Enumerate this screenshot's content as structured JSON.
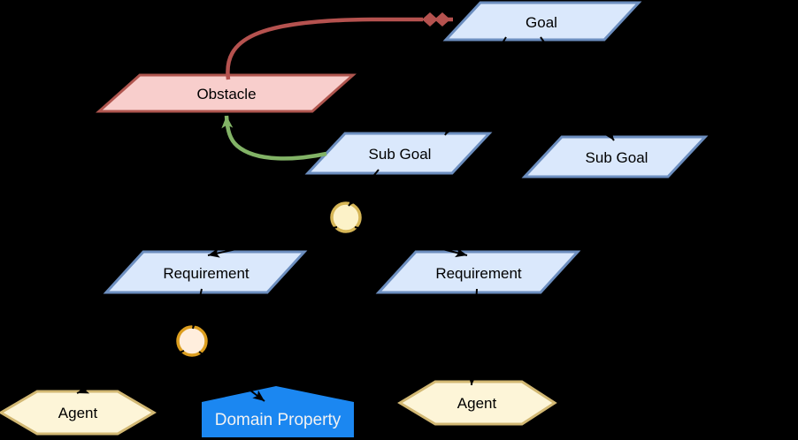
{
  "diagram": {
    "type": "KAOS goal model diagram",
    "nodes": {
      "goal": {
        "label": "Goal",
        "shape": "parallelogram"
      },
      "obstacle": {
        "label": "Obstacle",
        "shape": "parallelogram"
      },
      "subgoal_left": {
        "label": "Sub Goal",
        "shape": "parallelogram"
      },
      "subgoal_right": {
        "label": "Sub Goal",
        "shape": "parallelogram"
      },
      "requirement_left": {
        "label": "Requirement",
        "shape": "parallelogram"
      },
      "requirement_right": {
        "label": "Requirement",
        "shape": "parallelogram"
      },
      "agent_left": {
        "label": "Agent",
        "shape": "hexagon"
      },
      "agent_right": {
        "label": "Agent",
        "shape": "hexagon"
      },
      "domain_property": {
        "label": "Domain Property",
        "shape": "pentagon"
      },
      "refinement_circle_upper": {
        "label": "",
        "shape": "circle"
      },
      "refinement_circle_lower": {
        "label": "",
        "shape": "circle"
      }
    },
    "edges": {
      "obstruction": {
        "from": "Obstacle",
        "to": "Goal",
        "marker": "double-diamond"
      },
      "resolution": {
        "from": "Sub Goal",
        "to": "Obstacle",
        "marker": "arrow"
      }
    },
    "colors": {
      "background": "#000000",
      "goal_fill": "#dae8fc",
      "goal_stroke": "#6c8ebf",
      "obstacle_fill": "#f8cecc",
      "obstacle_stroke": "#b0564f",
      "and_circle_fill": "#fcf2c8",
      "and_circle_stroke": "#d6b656",
      "or_circle_fill": "#ffeedd",
      "or_circle_stroke": "#dc9e1f",
      "agent_fill": "#fdf5d8",
      "agent_stroke": "#d2b873",
      "domain_property_fill": "#1b87f1",
      "domain_property_text": "#f2f2f2",
      "obstruction_edge": "#b5524f",
      "resolution_edge": "#82b366",
      "refinement_edge": "#000000"
    }
  }
}
